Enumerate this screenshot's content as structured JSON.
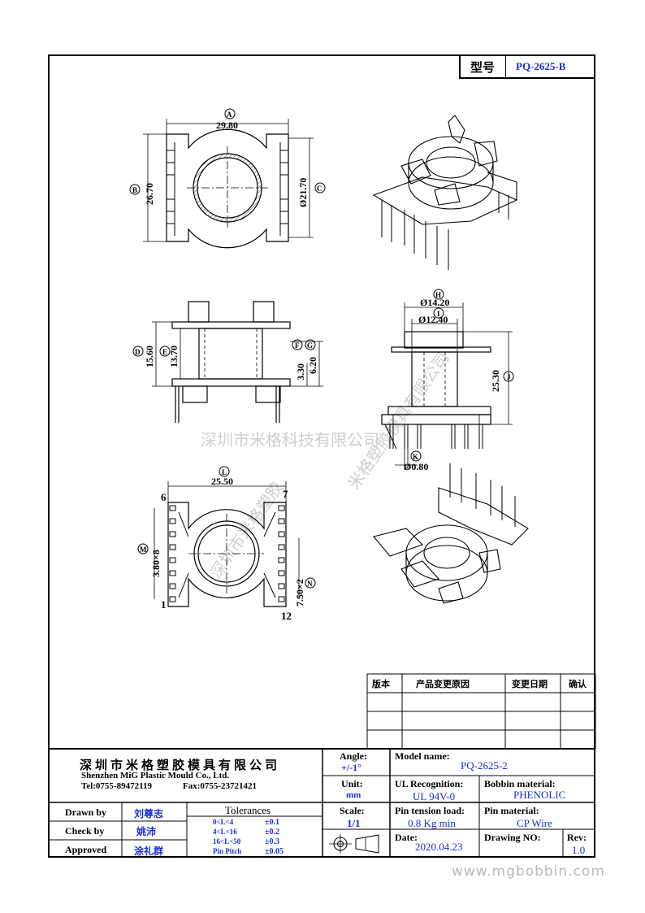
{
  "header": {
    "model_label": "型号",
    "model_value": "PQ-2625-B"
  },
  "dimensions": {
    "A": "29.80",
    "B": "26.70",
    "C": "Ø21.70",
    "D": "15.60",
    "E": "13.70",
    "F": "3.30",
    "G": "6.20",
    "H": "Ø14.20",
    "I": "Ø12.40",
    "J": "25.30",
    "K": "Ø0.80",
    "L": "25.50",
    "M": "3.80×8",
    "N": "7.50×2"
  },
  "callouts": {
    "A": "A",
    "B": "B",
    "C": "C",
    "D": "D",
    "E": "E",
    "F": "F",
    "G": "G",
    "H": "H",
    "I": "I",
    "J": "J",
    "K": "K",
    "L": "L",
    "M": "M",
    "N": "N"
  },
  "pins": {
    "p6": "6",
    "p7": "7",
    "p1": "1",
    "p12": "12"
  },
  "watermark": {
    "main": "深圳市米格科技有限公司",
    "diag1": "深圳市米格塑胶",
    "diag2": "米格塑胶模具有限公司",
    "url": "www.mgbobbin.com"
  },
  "revision": {
    "headers": [
      "版本",
      "产品变更原因",
      "变更日期",
      "确认"
    ]
  },
  "company": {
    "name_cn": "深圳市米格塑胶模具有限公司",
    "name_en": "Shenzhen MiG Plastic Mould Co., Ltd.",
    "tel": "Tel:0755-89472119",
    "fax": "Fax:0755-23721421"
  },
  "signoff": {
    "drawn_label": "Drawn by",
    "drawn_value": "刘尊志",
    "check_label": "Check by",
    "check_value": "姚沛",
    "approved_label": "Approved",
    "approved_value": "涂礼群"
  },
  "tolerances": {
    "title": "Tolerances",
    "rows": [
      {
        "range": "0<L<4",
        "value": "±0.1"
      },
      {
        "range": "4<L<16",
        "value": "±0.2"
      },
      {
        "range": "16<L<50",
        "value": "±0.3"
      },
      {
        "range": "Pin Pitch",
        "value": "±0.05"
      }
    ]
  },
  "specs": {
    "angle_label": "Angle:",
    "angle_value": "+/-1°",
    "unit_label": "Unit:",
    "unit_value": "mm",
    "scale_label": "Scale:",
    "scale_value": "1/1",
    "model_label": "Model name:",
    "model_value": "PQ-2625-2",
    "ul_label": "UL Recognition:",
    "ul_value": "UL 94V-0",
    "bobbin_label": "Bobbin material:",
    "bobbin_value": "PHENOLIC",
    "pin_tension_label": "Pin tension load:",
    "pin_tension_value": "0.8 Kg min",
    "pin_material_label": "Pin material:",
    "pin_material_value": "CP Wire",
    "date_label": "Date:",
    "date_value": "2020.04.23",
    "drawing_no_label": "Drawing NO:",
    "drawing_no_value": "",
    "rev_label": "Rev:",
    "rev_value": "1.0"
  }
}
